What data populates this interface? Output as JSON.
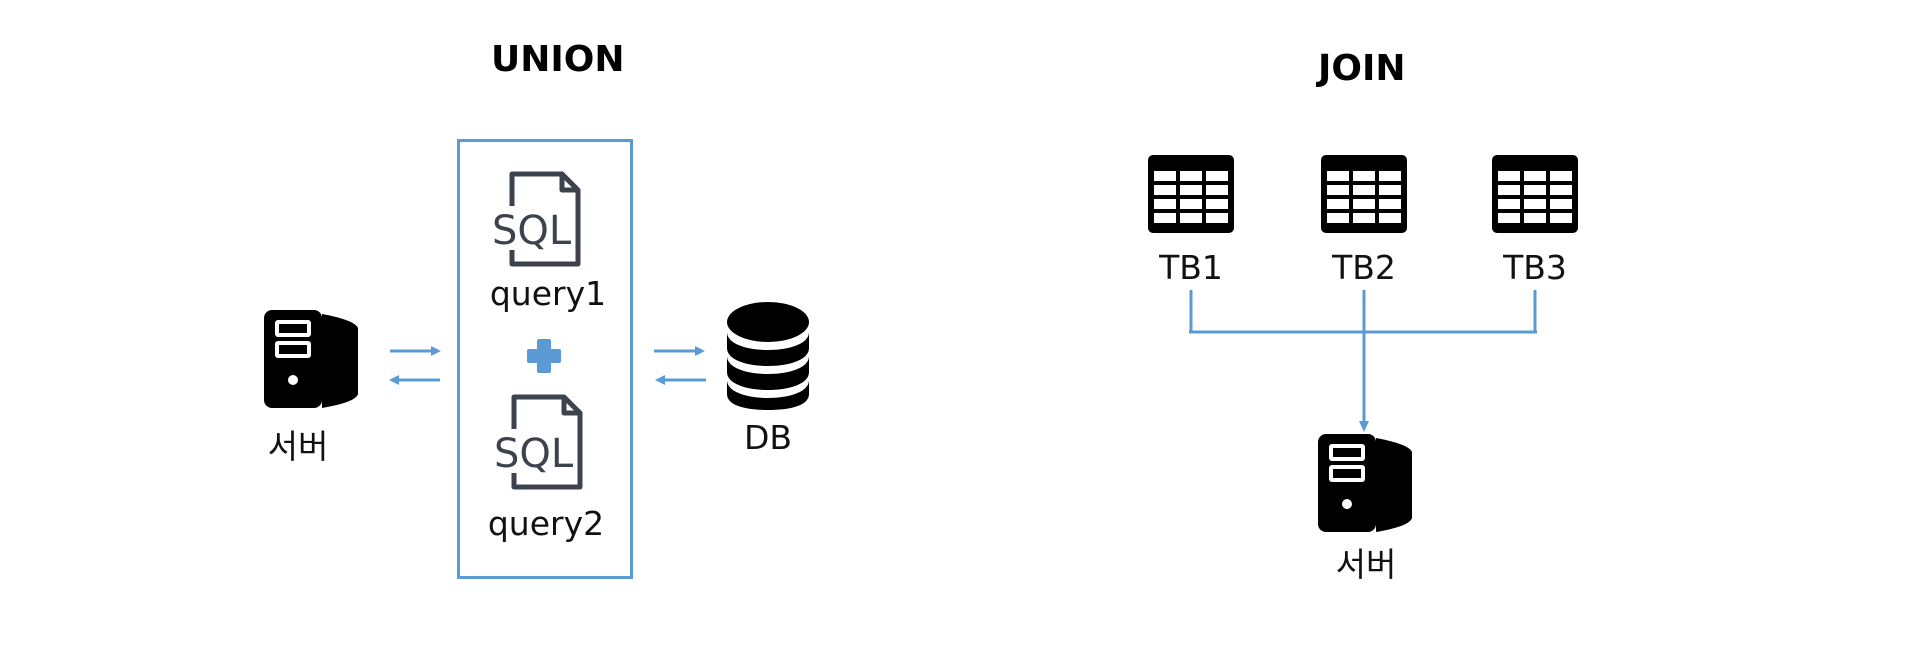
{
  "union": {
    "title": "UNION",
    "server_label": "서버",
    "query1_label": "query1",
    "query2_label": "query2",
    "sql_icon_text": "SQL",
    "db_label": "DB"
  },
  "join": {
    "title": "JOIN",
    "tables": [
      {
        "label": "TB1"
      },
      {
        "label": "TB2"
      },
      {
        "label": "TB3"
      }
    ],
    "server_label": "서버"
  },
  "colors": {
    "accent": "#5b9bd5",
    "icon_dark": "#000000",
    "sql_icon": "#3d434d"
  }
}
